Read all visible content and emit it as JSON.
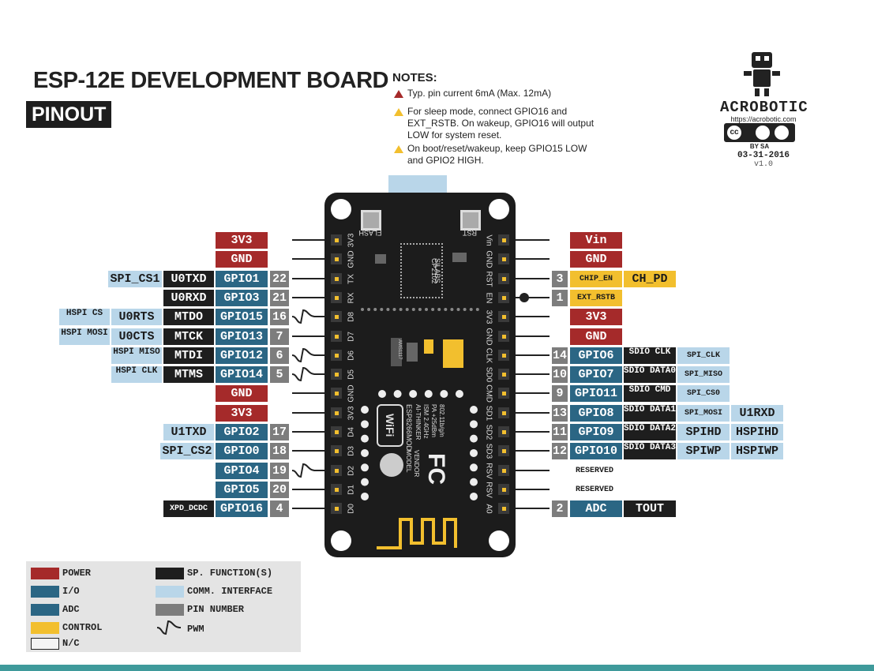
{
  "title": "ESP-12E DEVELOPMENT BOARD",
  "subtitle": "PINOUT",
  "notes": {
    "heading": "NOTES:",
    "items": [
      "Typ. pin current 6mA (Max. 12mA)",
      "For sleep mode, connect GPIO16 and EXT_RSTB. On wakeup, GPIO16 will output LOW for system reset.",
      "On boot/reset/wakeup, keep GPIO15 LOW and GPIO2 HIGH."
    ]
  },
  "brand": {
    "name": "ACROBOTIC",
    "url": "https://acrobotic.com",
    "license": "BY SA",
    "date": "03-31-2016",
    "version": "v1.0"
  },
  "board": {
    "buttons": [
      "FLASH",
      "RST"
    ],
    "chips": [
      "SILABS",
      "CP2102",
      "AMS1117"
    ],
    "module": [
      "ESP8266MOD",
      "AI-THINKER",
      "ISM 2.4GHz",
      "PA +25dBm",
      "802.11b/g/n"
    ],
    "module_side": [
      "MODEL",
      "VENDOR"
    ],
    "wifi": "WiFi",
    "fc": "FC",
    "left_pins": [
      "3V3",
      "GND",
      "TX",
      "RX",
      "D8",
      "D7",
      "D6",
      "D5",
      "GND",
      "3V3",
      "D4",
      "D3",
      "D2",
      "D1",
      "D0"
    ],
    "right_pins": [
      "Vin",
      "GND",
      "RST",
      "EN",
      "3V3",
      "GND",
      "CLK",
      "SD0",
      "CMD",
      "SD1",
      "SD2",
      "SD3",
      "RSV",
      "RSV",
      "A0"
    ]
  },
  "left_rows": [
    {
      "pin": "",
      "main": "3V3",
      "sp": "",
      "comm": [],
      "pwm": false
    },
    {
      "pin": "",
      "main": "GND",
      "sp": "",
      "comm": [],
      "pwm": false
    },
    {
      "pin": "22",
      "main": "GPIO1",
      "sp": "U0TXD",
      "comm": [
        "SPI_CS1"
      ],
      "pwm": false
    },
    {
      "pin": "21",
      "main": "GPIO3",
      "sp": "U0RXD",
      "comm": [],
      "pwm": false
    },
    {
      "pin": "16",
      "main": "GPIO15",
      "sp": "MTDO",
      "comm": [
        "U0RTS",
        "HSPI CS"
      ],
      "pwm": true
    },
    {
      "pin": "7",
      "main": "GPIO13",
      "sp": "MTCK",
      "comm": [
        "U0CTS",
        "HSPI MOSI"
      ],
      "pwm": false
    },
    {
      "pin": "6",
      "main": "GPIO12",
      "sp": "MTDI",
      "comm": [
        "HSPI MISO"
      ],
      "pwm": true
    },
    {
      "pin": "5",
      "main": "GPIO14",
      "sp": "MTMS",
      "comm": [
        "HSPI CLK"
      ],
      "pwm": true
    },
    {
      "pin": "",
      "main": "GND",
      "sp": "",
      "comm": [],
      "pwm": false
    },
    {
      "pin": "",
      "main": "3V3",
      "sp": "",
      "comm": [],
      "pwm": false
    },
    {
      "pin": "17",
      "main": "GPIO2",
      "sp": "",
      "comm": [
        "U1TXD"
      ],
      "pwm": false
    },
    {
      "pin": "18",
      "main": "GPIO0",
      "sp": "",
      "comm": [
        "SPI_CS2"
      ],
      "pwm": false
    },
    {
      "pin": "19",
      "main": "GPIO4",
      "sp": "",
      "comm": [],
      "pwm": true
    },
    {
      "pin": "20",
      "main": "GPIO5",
      "sp": "",
      "comm": [],
      "pwm": false
    },
    {
      "pin": "4",
      "main": "GPIO16",
      "sp": "XPD_DCDC",
      "comm": [],
      "pwm": false
    }
  ],
  "right_rows": [
    {
      "pin": "",
      "main": "Vin",
      "extra": []
    },
    {
      "pin": "",
      "main": "GND",
      "extra": []
    },
    {
      "pin": "3",
      "main": "CHIP_EN",
      "extra": [
        "CH_PD"
      ]
    },
    {
      "pin": "1",
      "main": "EXT_RSTB",
      "extra": []
    },
    {
      "pin": "",
      "main": "3V3",
      "extra": []
    },
    {
      "pin": "",
      "main": "GND",
      "extra": []
    },
    {
      "pin": "14",
      "main": "GPIO6",
      "extra": [
        "SDIO CLK",
        "SPI_CLK"
      ]
    },
    {
      "pin": "10",
      "main": "GPIO7",
      "extra": [
        "SDIO DATA0",
        "SPI_MISO"
      ]
    },
    {
      "pin": "9",
      "main": "GPIO11",
      "extra": [
        "SDIO CMD",
        "SPI_CS0"
      ]
    },
    {
      "pin": "13",
      "main": "GPIO8",
      "extra": [
        "SDIO DATA1",
        "SPI_MOSI",
        "U1RXD"
      ]
    },
    {
      "pin": "11",
      "main": "GPIO9",
      "extra": [
        "SDIO DATA2",
        "SPIHD",
        "HSPIHD"
      ]
    },
    {
      "pin": "12",
      "main": "GPIO10",
      "extra": [
        "SDIO DATA3",
        "SPIWP",
        "HSPIWP"
      ]
    },
    {
      "pin": "",
      "main": "RESERVED",
      "extra": []
    },
    {
      "pin": "",
      "main": "RESERVED",
      "extra": []
    },
    {
      "pin": "2",
      "main": "ADC",
      "extra": [
        "TOUT"
      ]
    }
  ],
  "legend": {
    "power": "POWER",
    "io": "I/O",
    "adc": "ADC",
    "control": "CONTROL",
    "nc": "N/C",
    "sp": "SP. FUNCTION(S)",
    "comm": "COMM. INTERFACE",
    "pin": "PIN NUMBER",
    "pwm": "PWM"
  },
  "colors": {
    "power": "#a52a2a",
    "io": "#2b6684",
    "sp_function": "#1e1e1e",
    "comm_interface": "#b9d6e9",
    "pin_number": "#7d7d7d",
    "control": "#f2bf2e",
    "footer": "#3f9a9b"
  }
}
